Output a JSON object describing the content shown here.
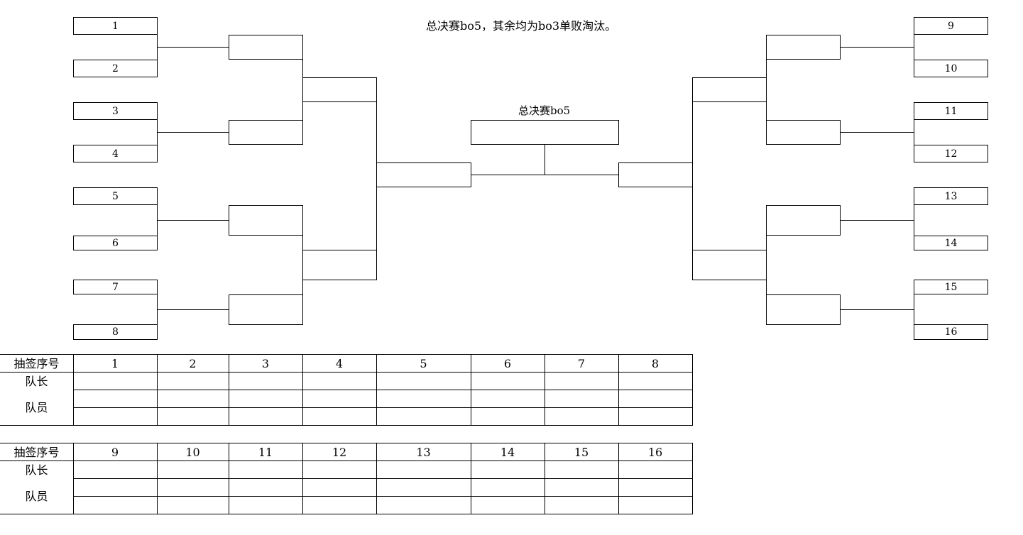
{
  "note": "总决赛bo5，其余均为bo3单败淘汰。",
  "final_label": "总决赛bo5",
  "seeds": [
    "1",
    "2",
    "3",
    "4",
    "5",
    "6",
    "7",
    "8",
    "9",
    "10",
    "11",
    "12",
    "13",
    "14",
    "15",
    "16"
  ],
  "tables": [
    {
      "header_label": "抽签序号",
      "numbers": [
        "1",
        "2",
        "3",
        "4",
        "5",
        "6",
        "7",
        "8"
      ],
      "captain_label": "队长",
      "members_label": "队员"
    },
    {
      "header_label": "抽签序号",
      "numbers": [
        "9",
        "10",
        "11",
        "12",
        "13",
        "14",
        "15",
        "16"
      ],
      "captain_label": "队长",
      "members_label": "队员"
    }
  ]
}
